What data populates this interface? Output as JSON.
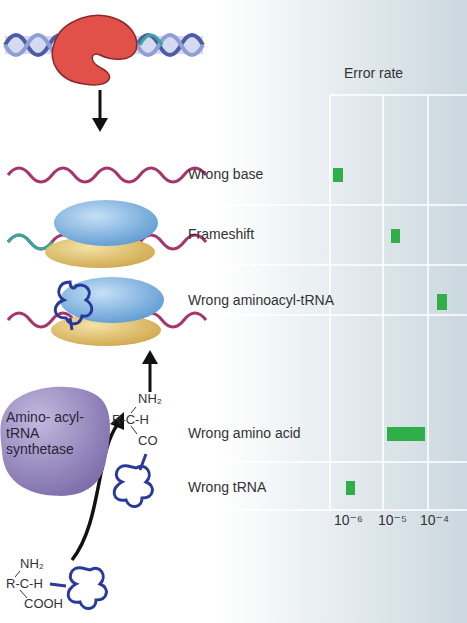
{
  "diagram": {
    "nodes": [
      {
        "text": [
          "Amino- acyl-tRNA synthetase"
        ]
      }
    ],
    "labels": [
      "Error rate",
      "Wrong base",
      "Frameshift",
      "Wrong aminoacyl-tRNA",
      "Wrong amino acid",
      "Wrong tRNA",
      "10⁻⁶",
      "10⁻⁵",
      "10⁻⁴",
      "NH₂",
      "R-C-H",
      "CO",
      "NH₂",
      "R-C-H",
      "COOH"
    ]
  }
}
